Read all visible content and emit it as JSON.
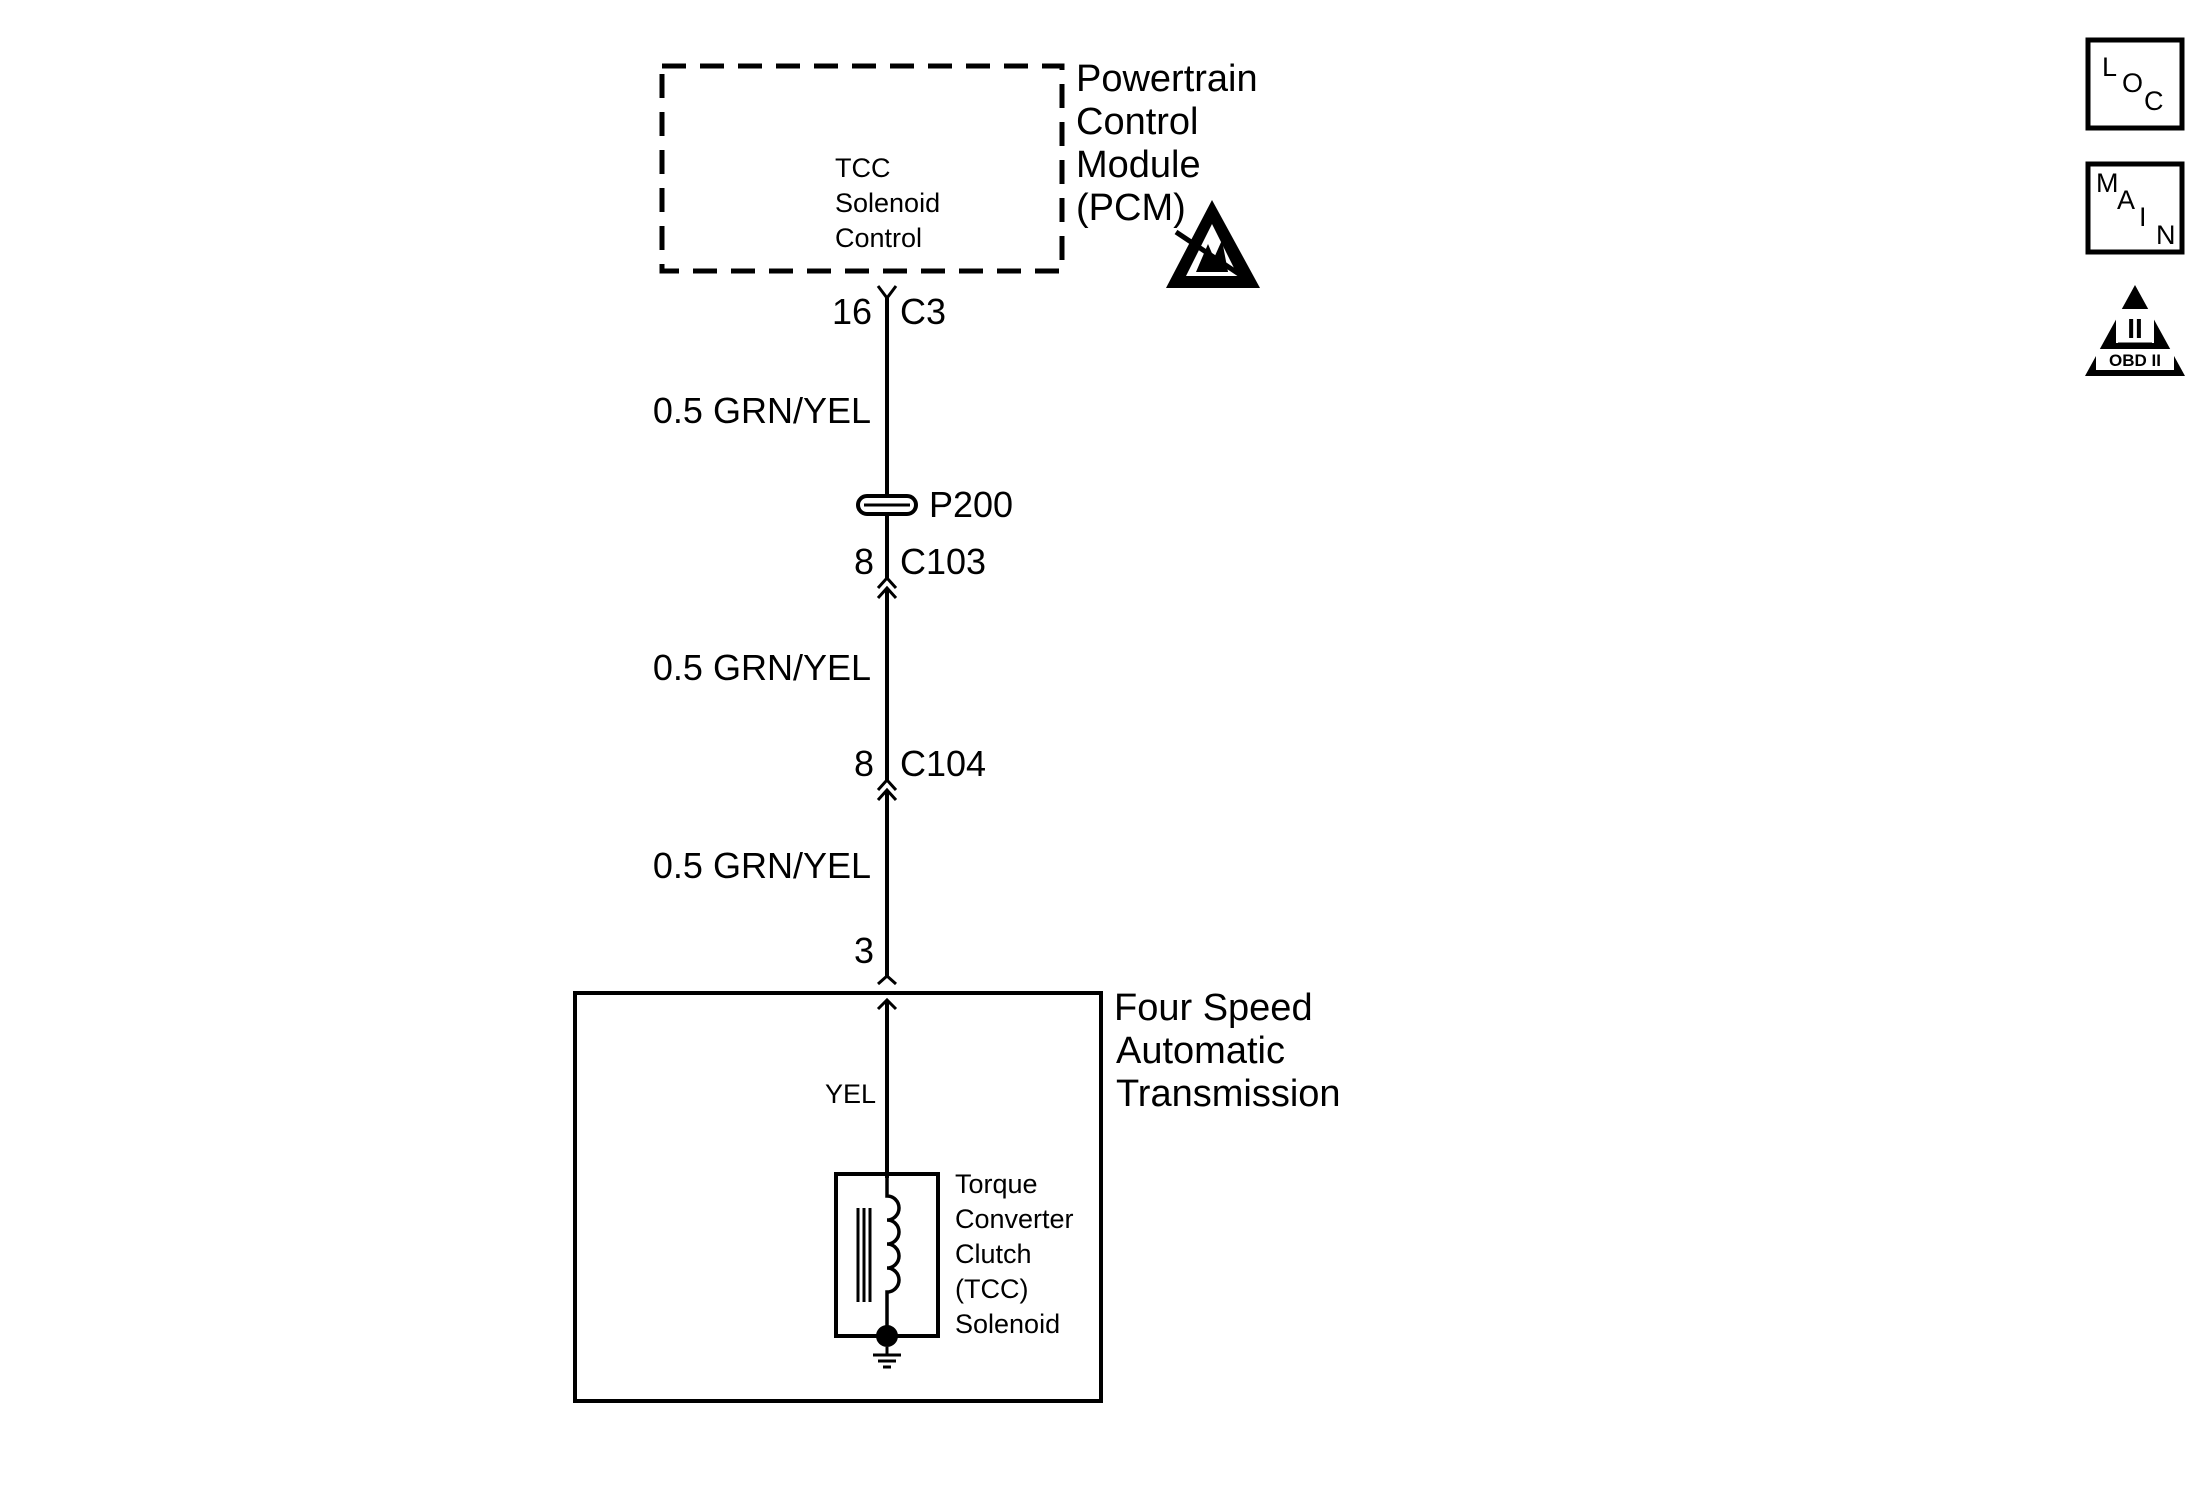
{
  "pcm": {
    "title_lines": [
      "Powertrain",
      "Control",
      "Module",
      "(PCM)"
    ],
    "internal_lines": [
      "TCC",
      "Solenoid",
      "Control"
    ]
  },
  "connectors": {
    "c3": {
      "pin": "16",
      "name": "C3"
    },
    "c103": {
      "pin": "8",
      "name": "C103"
    },
    "c104": {
      "pin": "8",
      "name": "C104"
    },
    "trans_pin": "3"
  },
  "splice": {
    "name": "P200"
  },
  "wires": {
    "w1": "0.5 GRN/YEL",
    "w2": "0.5 GRN/YEL",
    "w3": "0.5 GRN/YEL",
    "internal": "YEL"
  },
  "transmission": {
    "title_lines": [
      "Four Speed",
      "Automatic",
      "Transmission"
    ]
  },
  "solenoid": {
    "label_lines": [
      "Torque",
      "Converter",
      "Clutch",
      "(TCC)",
      "Solenoid"
    ]
  },
  "icons": {
    "loc": {
      "l": "L",
      "o": "O",
      "c": "C"
    },
    "main": {
      "m": "M",
      "a": "A",
      "i": "I",
      "n": "N"
    },
    "obd": {
      "roman": "II",
      "label": "OBD II"
    },
    "esd_icon": "esd-sensitive-icon",
    "ground_icon": "ground-icon"
  },
  "colors": {
    "ink": "#000000",
    "paper": "#ffffff"
  }
}
